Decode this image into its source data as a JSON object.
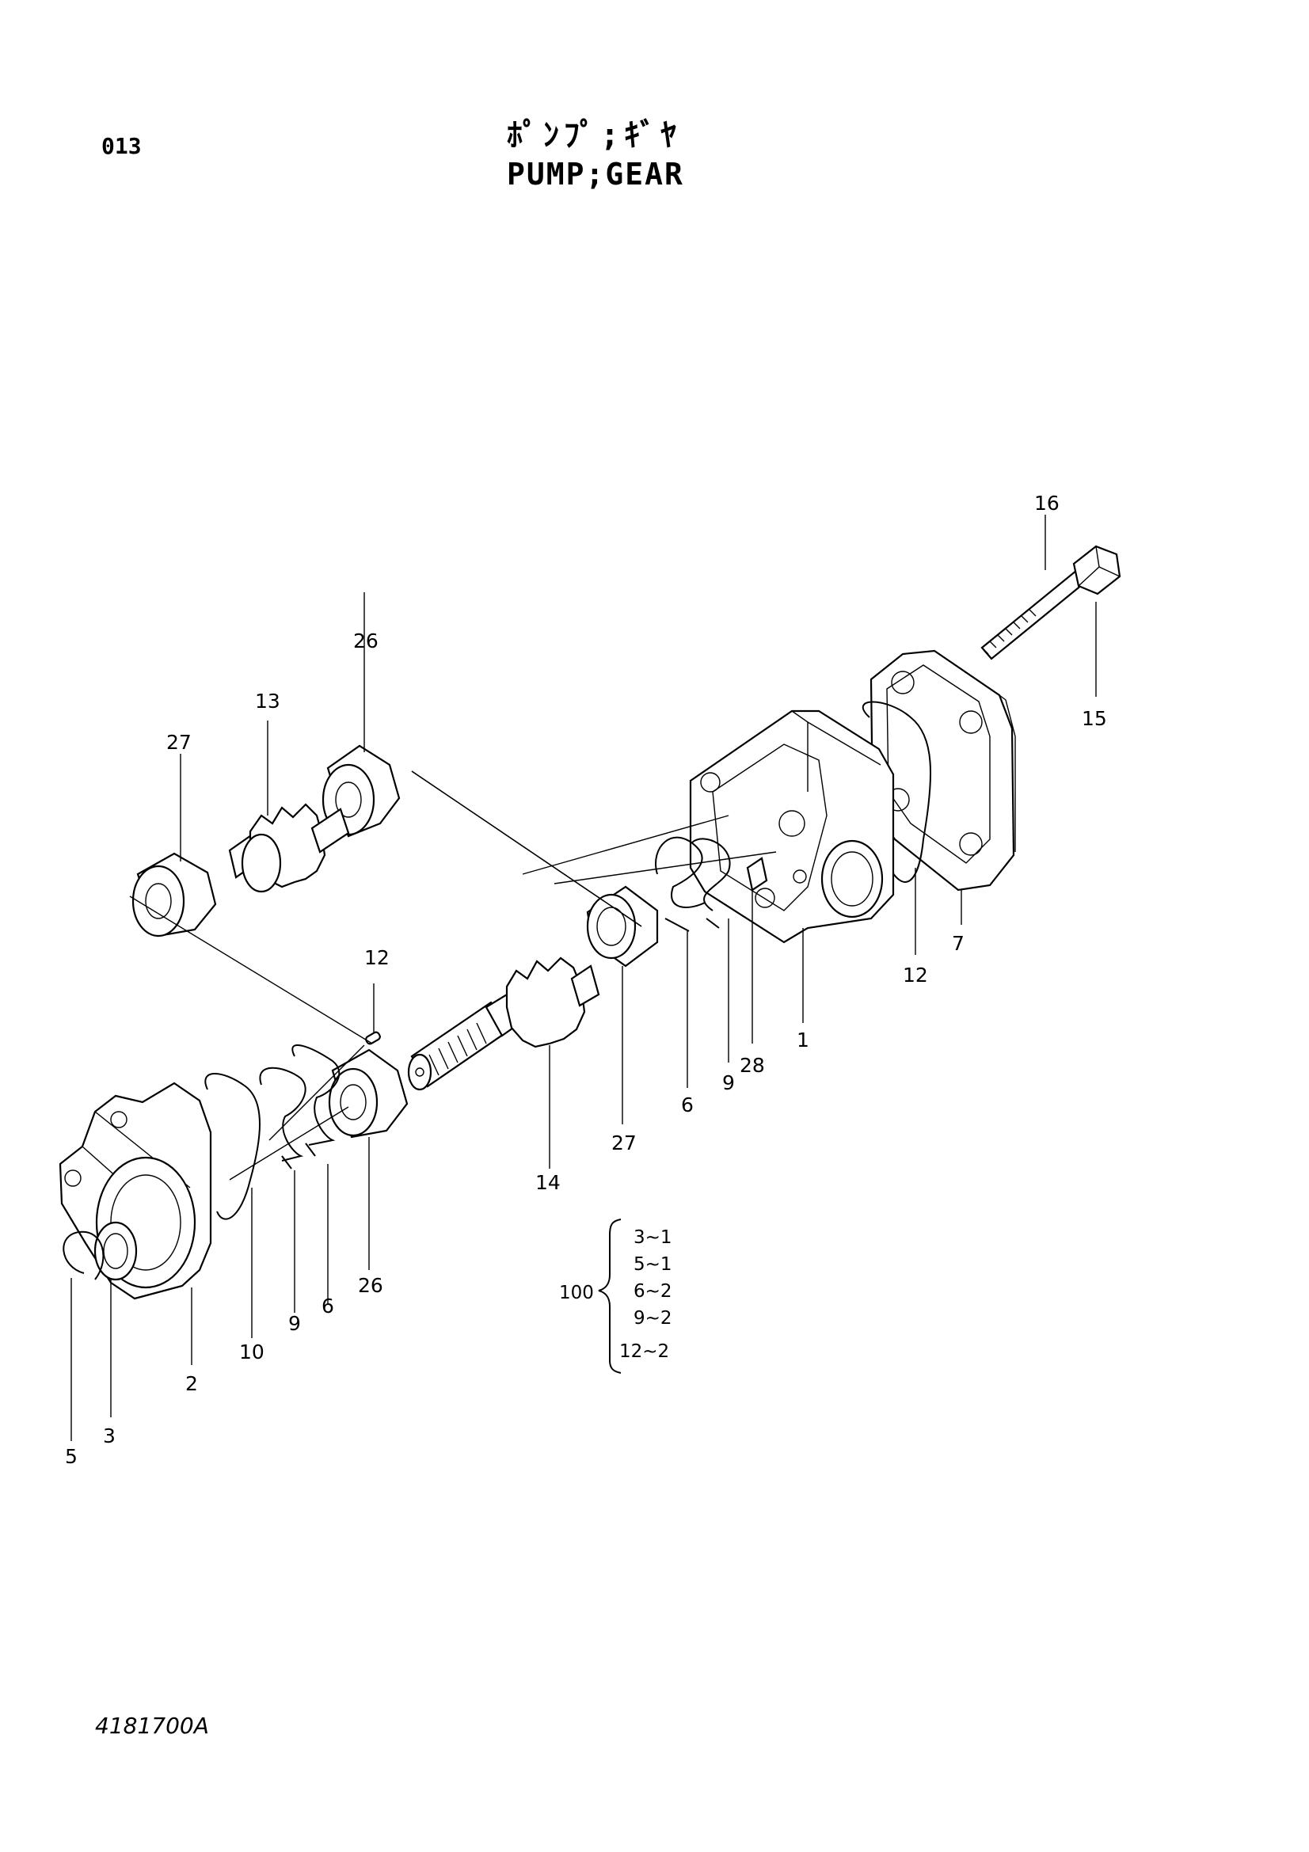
{
  "header": {
    "page_number": "013",
    "title_jp": "ﾎﾟﾝﾌﾟ;ｷﾞﾔ",
    "title_en": "PUMP;GEAR"
  },
  "callouts": [
    {
      "id": "c1",
      "label": "1"
    },
    {
      "id": "c2",
      "label": "2"
    },
    {
      "id": "c3",
      "label": "3"
    },
    {
      "id": "c5",
      "label": "5"
    },
    {
      "id": "c6a",
      "label": "6"
    },
    {
      "id": "c6b",
      "label": "6"
    },
    {
      "id": "c7",
      "label": "7"
    },
    {
      "id": "c9a",
      "label": "9"
    },
    {
      "id": "c9b",
      "label": "9"
    },
    {
      "id": "c10",
      "label": "10"
    },
    {
      "id": "c12a",
      "label": "12"
    },
    {
      "id": "c12b",
      "label": "12"
    },
    {
      "id": "c13",
      "label": "13"
    },
    {
      "id": "c14",
      "label": "14"
    },
    {
      "id": "c15",
      "label": "15"
    },
    {
      "id": "c16",
      "label": "16"
    },
    {
      "id": "c26a",
      "label": "26"
    },
    {
      "id": "c26b",
      "label": "26"
    },
    {
      "id": "c27a",
      "label": "27"
    },
    {
      "id": "c27b",
      "label": "27"
    },
    {
      "id": "c28",
      "label": "28"
    }
  ],
  "kit": {
    "label": "100",
    "items": [
      "3~1",
      "5~1",
      "6~2",
      "9~2",
      "12~2"
    ]
  },
  "footer": {
    "drawing_number": "4181700A"
  }
}
